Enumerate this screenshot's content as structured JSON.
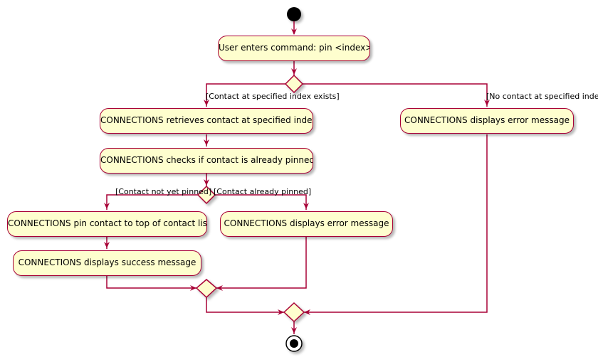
{
  "diagram": {
    "colors": {
      "activity_fill": "#fefece",
      "border": "#a80036",
      "start_end": "#000000",
      "text": "#000000"
    },
    "activities": {
      "enter_command": "User enters command: pin <index>",
      "retrieve_contact": "CONNECTIONS retrieves contact at specified index",
      "check_pinned": "CONNECTIONS checks if contact is already pinned",
      "pin_contact": "CONNECTIONS pin contact to top of contact list",
      "success_message": "CONNECTIONS displays success message",
      "error_already_pinned": "CONNECTIONS displays error message",
      "error_no_contact": "CONNECTIONS displays error message"
    },
    "guards": {
      "contact_exists": "[Contact at specified index exists]",
      "no_contact": "[No contact at specified index]",
      "not_yet_pinned": "[Contact not yet pinned]",
      "already_pinned": "[Contact already pinned]"
    }
  }
}
